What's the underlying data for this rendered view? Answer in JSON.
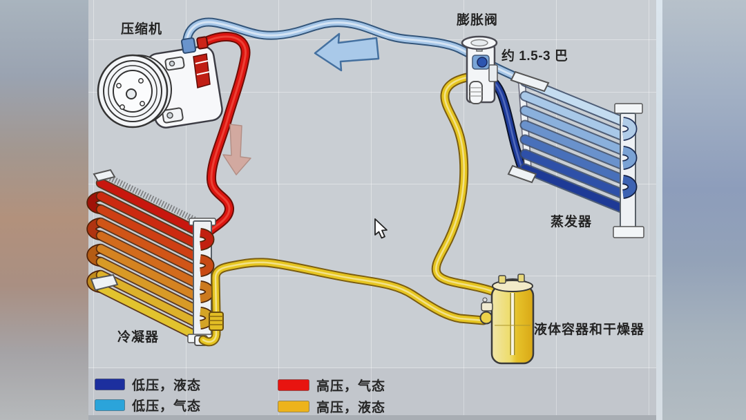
{
  "labels": {
    "compressor": "压缩机",
    "expansion_valve": "膨胀阀",
    "pressure_note": "约 1.5-3 巴",
    "evaporator": "蒸发器",
    "condenser": "冷凝器",
    "receiver_drier": "液体容器和干燥器"
  },
  "legend": {
    "items": [
      {
        "label": "低压，液态",
        "color": "#1c2f9e"
      },
      {
        "label": "低压，气态",
        "color": "#2ba4da"
      },
      {
        "label": "高压，气态",
        "color": "#e81410"
      },
      {
        "label": "高压，液态",
        "color": "#edb31c"
      }
    ]
  },
  "colors": {
    "background": "#c9ced3",
    "pipe_low_pressure_gas": "#a3c4e6",
    "pipe_low_pressure_liquid": "#1e3b9a",
    "pipe_high_pressure_gas": "#dc1510",
    "pipe_high_pressure_liquid": "#e6c520"
  },
  "icons": {
    "flow_left_arrow": "⬅",
    "flow_down_arrow": "⬇",
    "mouse_cursor": "↖"
  }
}
